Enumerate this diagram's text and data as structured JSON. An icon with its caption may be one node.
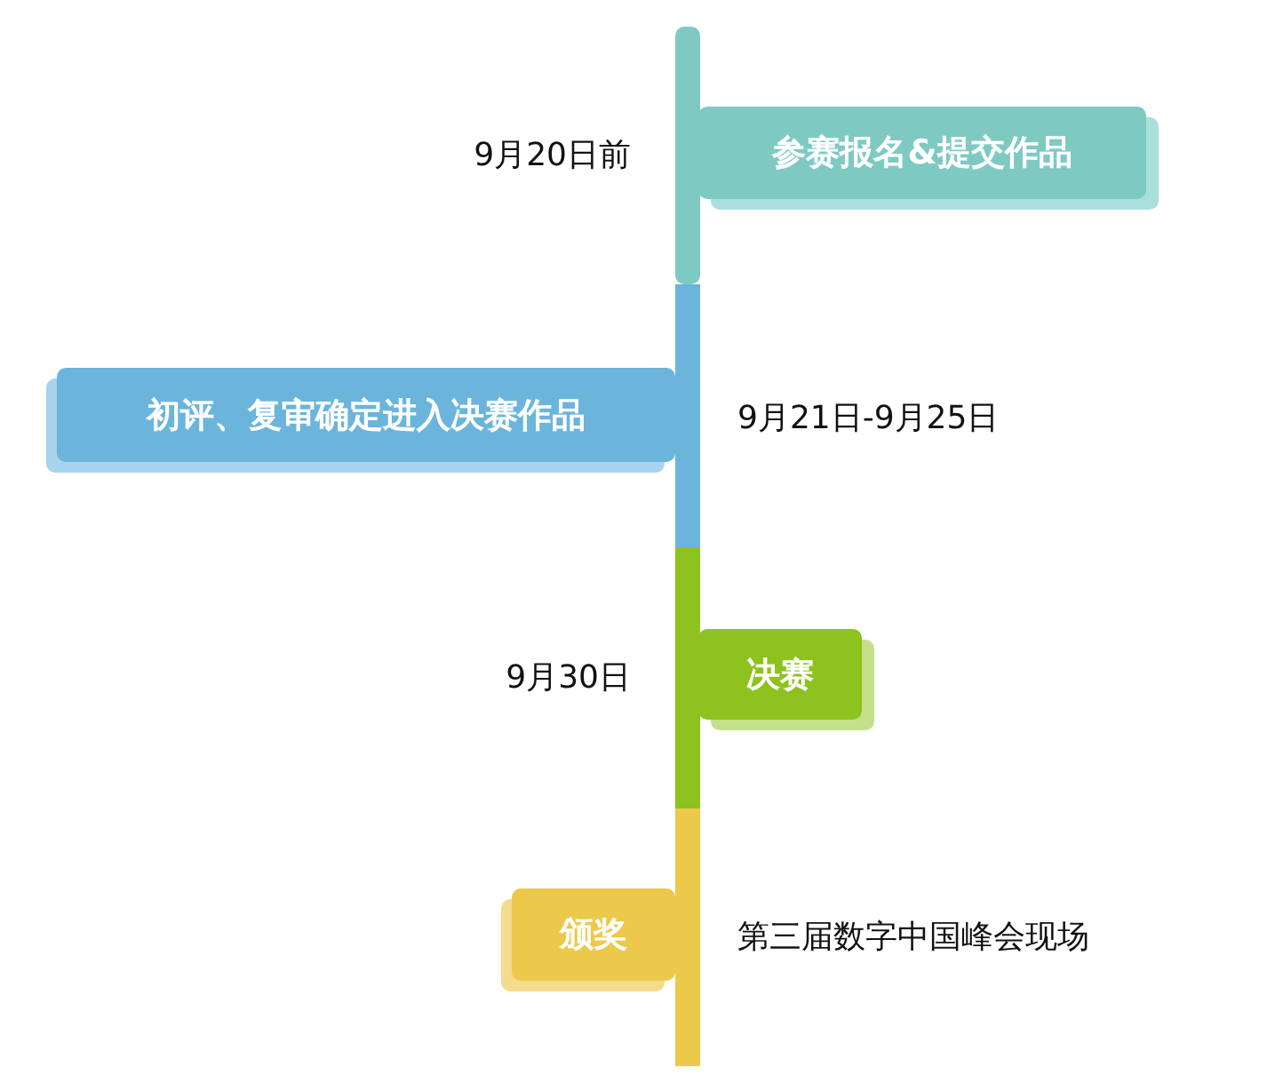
{
  "diagram": {
    "nodes": [
      {
        "text": [
          "参赛报名&提交作品"
        ],
        "beside": [
          "9月20日前"
        ]
      },
      {
        "text": [
          "初评、复审确定进入决赛作品"
        ],
        "beside": [
          "9月21日-9月25日"
        ]
      },
      {
        "text": [
          "决赛"
        ],
        "beside": [
          "9月30日"
        ]
      },
      {
        "text": [
          "颁奖"
        ],
        "beside": [
          "第三届数字中国峰会现场"
        ]
      }
    ]
  }
}
